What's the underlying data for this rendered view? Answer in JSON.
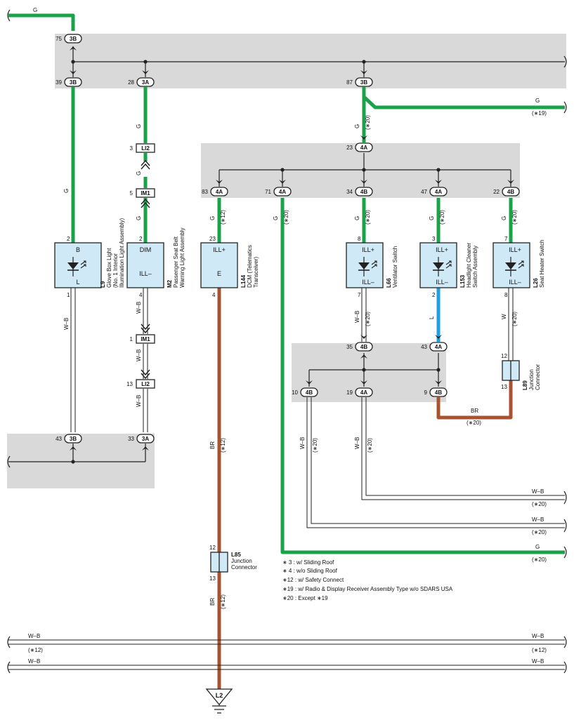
{
  "colors": {
    "green": "#1aa24a",
    "brown": "#a8532f",
    "blue": "#1d9fe0",
    "grey_zone": "#d9d9d9",
    "component_fill": "#cfe9f7",
    "wire_black": "#222222"
  },
  "wire_codes": {
    "g": "G",
    "wb": "W–B",
    "br": "BR",
    "l": "L",
    "w": "W"
  },
  "conditions": {
    "c12": "(∗12)",
    "c19": "(∗19)",
    "c20": "(∗20)"
  },
  "connectors": {
    "c75": "3B",
    "c39": "3B",
    "c28": "3A",
    "c87": "3B",
    "c23": "4A",
    "c83": "4A",
    "c71": "4A",
    "c34": "4B",
    "c47": "4A",
    "c22": "4B",
    "c43top": "3B",
    "c33": "3A",
    "c35": "4B",
    "c43b": "4A",
    "c10": "4B",
    "c19": "4A",
    "c9": "4B",
    "li2a": "LI2",
    "im1a": "IM1",
    "im1b": "IM1",
    "li2b": "LI2"
  },
  "pins": {
    "p75": "75",
    "p39": "39",
    "p28": "28",
    "p87": "87",
    "p23": "23",
    "p83": "83",
    "p71": "71",
    "p34": "34",
    "p47": "47",
    "p22": "22",
    "p43a": "43",
    "p33": "33",
    "p35": "35",
    "p43b": "43",
    "p10": "10",
    "p19": "19",
    "p9": "9",
    "i3": "3",
    "i5": "5",
    "i1": "1",
    "i13": "13",
    "l9_2": "2",
    "l9_1": "1",
    "m2_2": "2",
    "m2_4": "4",
    "l144_23": "23",
    "l144_4": "4",
    "l66_8": "8",
    "l66_7": "7",
    "l153_3": "3",
    "l153_2": "2",
    "l26_7": "7",
    "l26_8": "8",
    "l85_12": "12",
    "l85_13": "13",
    "l89_12": "12",
    "l89_13": "13"
  },
  "components": {
    "l9": {
      "code": "L9",
      "name": "Glove Box Light",
      "sub1": "(No. 1 Interior",
      "sub2": "Illumination Light Assembly)",
      "t1": "B",
      "t2": "L"
    },
    "m2": {
      "code": "M2",
      "name": "Passenger Seat Belt",
      "sub1": "Warning Light Assembly",
      "t1": "DIM",
      "t2": "ILL–"
    },
    "l144": {
      "code": "L144",
      "name": "DCM (Telematics",
      "sub1": "Transceiver)",
      "t1": "ILL+",
      "t2": "E"
    },
    "l66": {
      "code": "L66",
      "name": "Ventilator Switch",
      "t1": "ILL+",
      "t2": "ILL–"
    },
    "l153": {
      "code": "L153",
      "name": "Headlight Cleaner",
      "sub1": "Switch Assembly",
      "t1": "ILL+",
      "t2": "ILL–"
    },
    "l26": {
      "code": "L26",
      "name": "Seat Heater Switch",
      "t1": "ILL+",
      "t2": "ILL–"
    },
    "l85": {
      "code": "L85",
      "name": "Junction",
      "sub1": "Connector"
    },
    "l89": {
      "code": "L89",
      "name": "Junction",
      "sub1": "Connector"
    },
    "ground": {
      "code": "L2"
    }
  },
  "notes": [
    "∗ 3 : w/ Sliding Roof",
    "∗ 4 : w/o Sliding Roof",
    "∗12 : w/ Safety Connect",
    "∗19 : w/ Radio & Display Receiver Assembly Type w/o SDARS USA",
    "∗20 : Except ∗19"
  ]
}
